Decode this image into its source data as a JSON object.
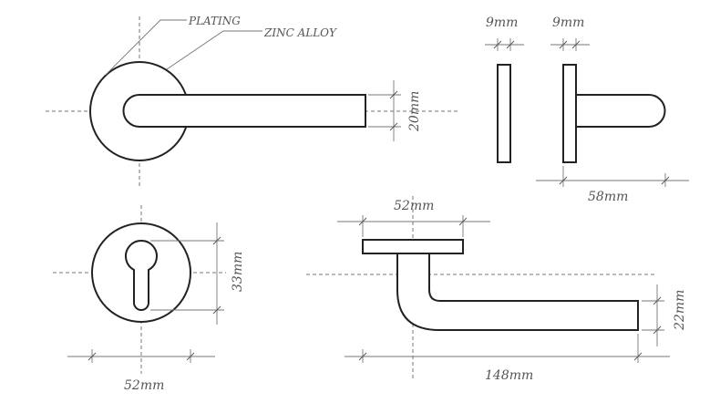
{
  "labels": {
    "plating": "PLATING",
    "zinc_alloy": "ZINC ALLOY",
    "rose_thickness_1": "9mm",
    "rose_thickness_2": "9mm",
    "lever_height": "20mm",
    "side_depth": "58mm",
    "escutcheon_height": "33mm",
    "escutcheon_width": "52mm",
    "rose_width_top": "52mm",
    "lever_length": "148mm",
    "lever_drop": "22mm"
  },
  "colors": {
    "outline": "#222222",
    "centerline": "#777777",
    "text": "#555555",
    "background": "#ffffff"
  }
}
